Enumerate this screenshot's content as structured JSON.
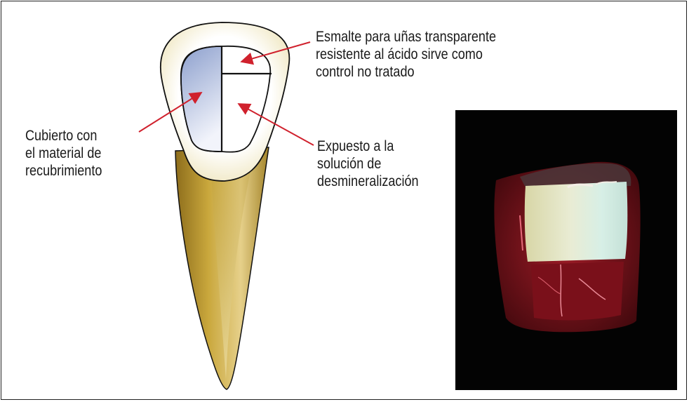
{
  "labels": {
    "top_right": {
      "lines": [
        "Esmalte para uñas transparente",
        "resistente al ácido sirve como",
        "control no tratado"
      ]
    },
    "left": {
      "lines": [
        "Cubierto con",
        "el material de",
        "recubrimiento"
      ]
    },
    "middle_right": {
      "lines": [
        "Expuesto a la",
        "solución de",
        "desmineralización"
      ]
    }
  },
  "colors": {
    "arrow": "#d0212d",
    "root": "#c9a73c",
    "crown_outer": "#f5f0d2",
    "coated_section": "#9fb0d6",
    "outline": "#111111",
    "photo_background": "#000000",
    "tissue_red": "#8e1620"
  }
}
